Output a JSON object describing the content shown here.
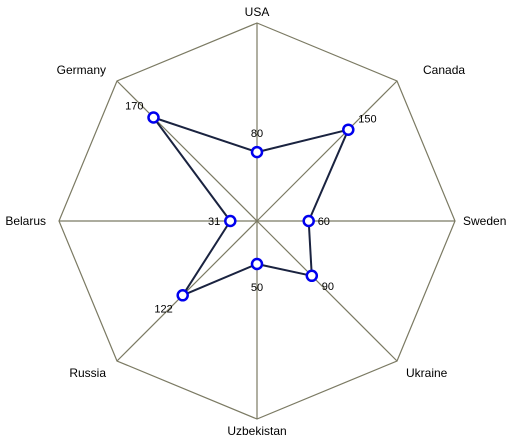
{
  "chart_data": {
    "type": "radar",
    "categories": [
      "USA",
      "Canada",
      "Sweden",
      "Ukraine",
      "Uzbekistan",
      "Russia",
      "Belarus",
      "Germany"
    ],
    "series": [
      {
        "values": [
          80,
          150,
          60,
          90,
          50,
          122,
          31,
          170
        ]
      }
    ],
    "rlim": [
      0,
      230
    ],
    "title": "",
    "data_labels": true,
    "grid": true,
    "legend": "none",
    "colors": {
      "line": "#1a2340",
      "marker_edge": "#0000ee",
      "marker_fill": "#ffffff",
      "grid": "#7b7a63",
      "spoke": "#7b7a63"
    }
  }
}
